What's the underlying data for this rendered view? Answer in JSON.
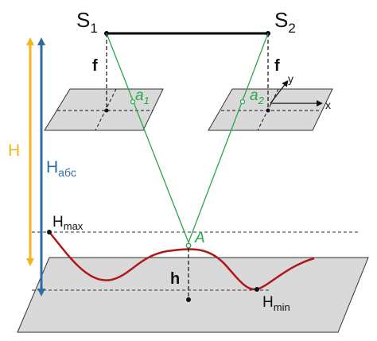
{
  "labels": {
    "s1": {
      "main": "S",
      "sub": "1"
    },
    "s2": {
      "main": "S",
      "sub": "2"
    },
    "f_left": "f",
    "f_right": "f",
    "a1": {
      "main": "a",
      "sub": "1"
    },
    "a2": {
      "main": "a",
      "sub": "2"
    },
    "axis_x": "x",
    "axis_y": "y",
    "H": "H",
    "H_abs": {
      "main": "H",
      "sub": "абс"
    },
    "H_max": {
      "main": "H",
      "sub": "max"
    },
    "H_min": {
      "main": "H",
      "sub": "min"
    },
    "A": "A",
    "h": "h"
  },
  "colors": {
    "H_arrow": "#f2b51a",
    "H_abs_arrow": "#2e6ca8",
    "rays": "#27a845",
    "terrain": "#b01818",
    "plane_fill": "#d9d9d9",
    "baseline": "#000000"
  }
}
